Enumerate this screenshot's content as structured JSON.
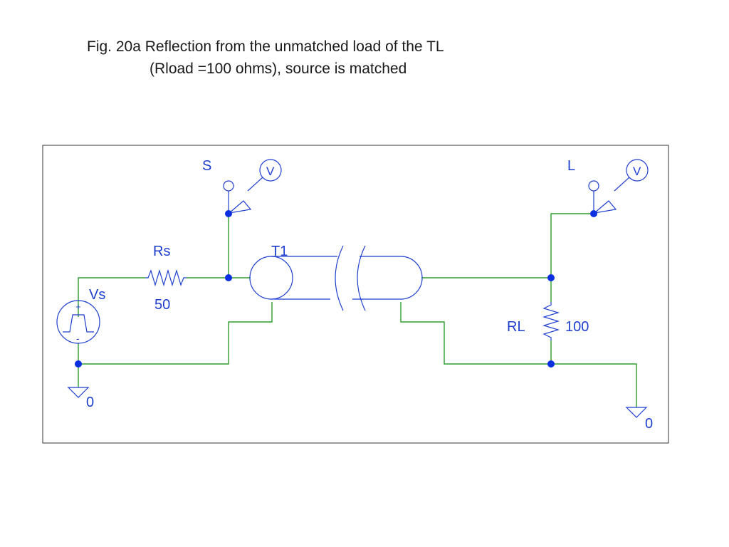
{
  "caption": {
    "line1": "Fig. 20a  Reflection from the unmatched load of the TL",
    "line2": "(Rload =100 ohms), source is matched"
  },
  "colors": {
    "wire": "#2e9e2e",
    "symbol": "#1f3fcf",
    "node": "#0a2fe0",
    "frame": "#333333"
  },
  "labels": {
    "source_probe": "S",
    "load_probe": "L",
    "probe_symbol": "V",
    "rs_name": "Rs",
    "rs_value": "50",
    "vs_name": "Vs",
    "vs_plus": "+",
    "vs_minus": "-",
    "t1_name": "T1",
    "rl_name": "RL",
    "rl_value": "100",
    "ground_left": "0",
    "ground_right": "0"
  }
}
